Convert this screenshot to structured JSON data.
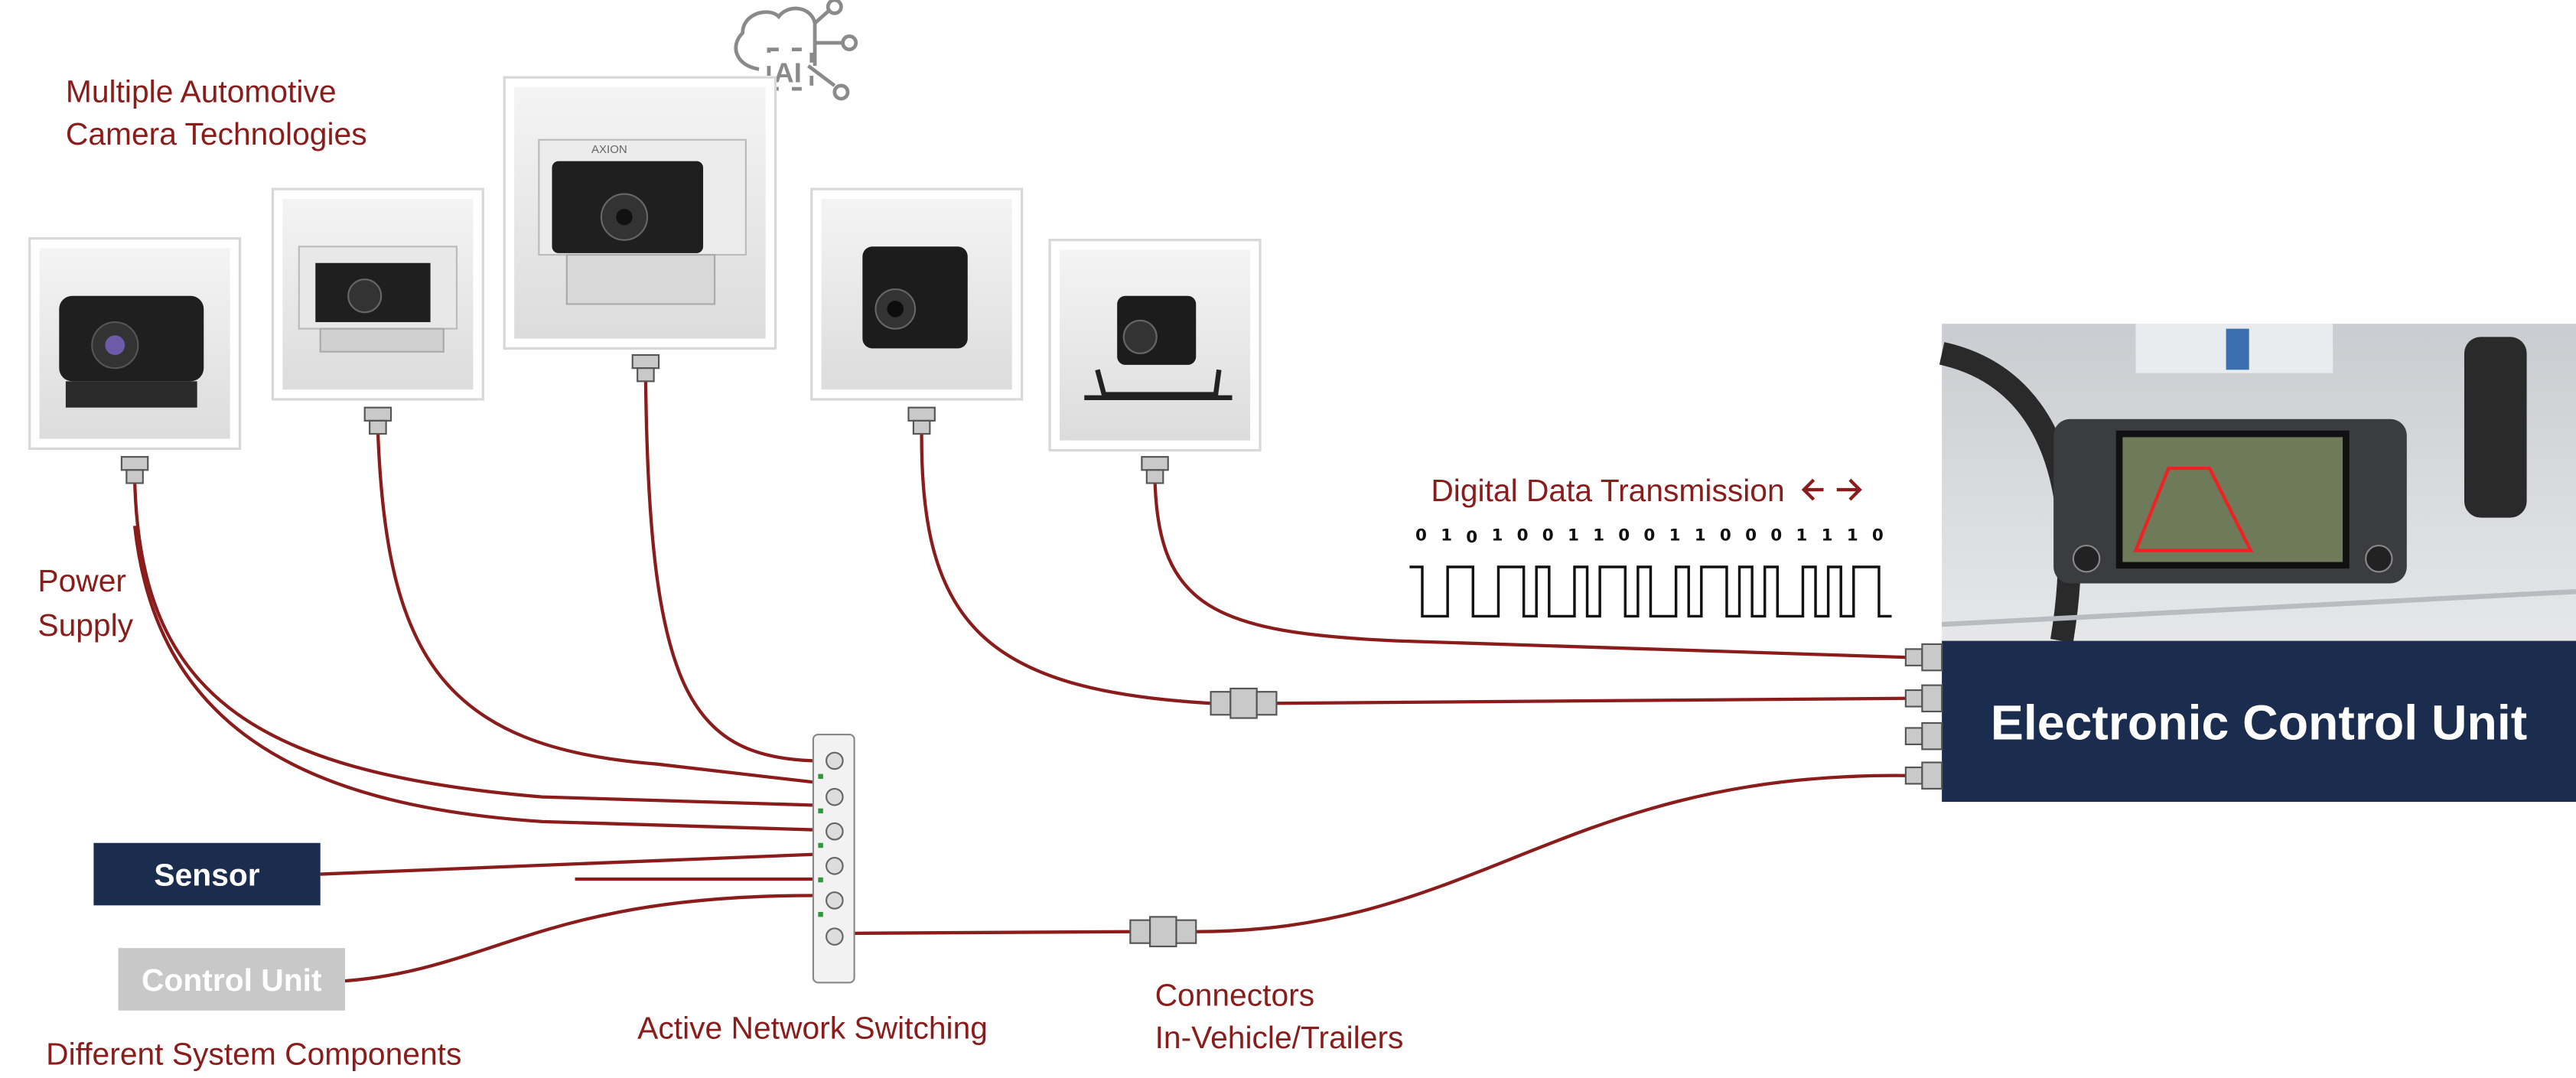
{
  "labels": {
    "camera_tech_line1": "Multiple Automotive",
    "camera_tech_line2": "Camera Technologies",
    "power_line1": "Power",
    "power_line2": "Supply",
    "sensor": "Sensor",
    "control_unit": "Control Unit",
    "system_components": "Different System Components",
    "network_switching": "Active Network Switching",
    "connectors_line1": "Connectors",
    "connectors_line2": "In-Vehicle/Trailers",
    "digital_data": "Digital Data Transmission",
    "ecu": "Electronic Control Unit",
    "ai_badge": "AI",
    "camera_brand": "AXION"
  },
  "bits": [
    "0",
    "1",
    "0",
    "1",
    "0",
    "0",
    "1",
    "1",
    "0",
    "0",
    "1",
    "1",
    "0",
    "0",
    "0",
    "1",
    "1",
    "1",
    "0"
  ],
  "icons": {
    "ai": "brain-ai-icon",
    "arrows": "bidirectional-arrow-icon"
  },
  "colors": {
    "accent": "#8b1c1c",
    "navy": "#1b2d4f",
    "gray_box": "#c8c8c8",
    "connector": "#c9c9c9"
  }
}
